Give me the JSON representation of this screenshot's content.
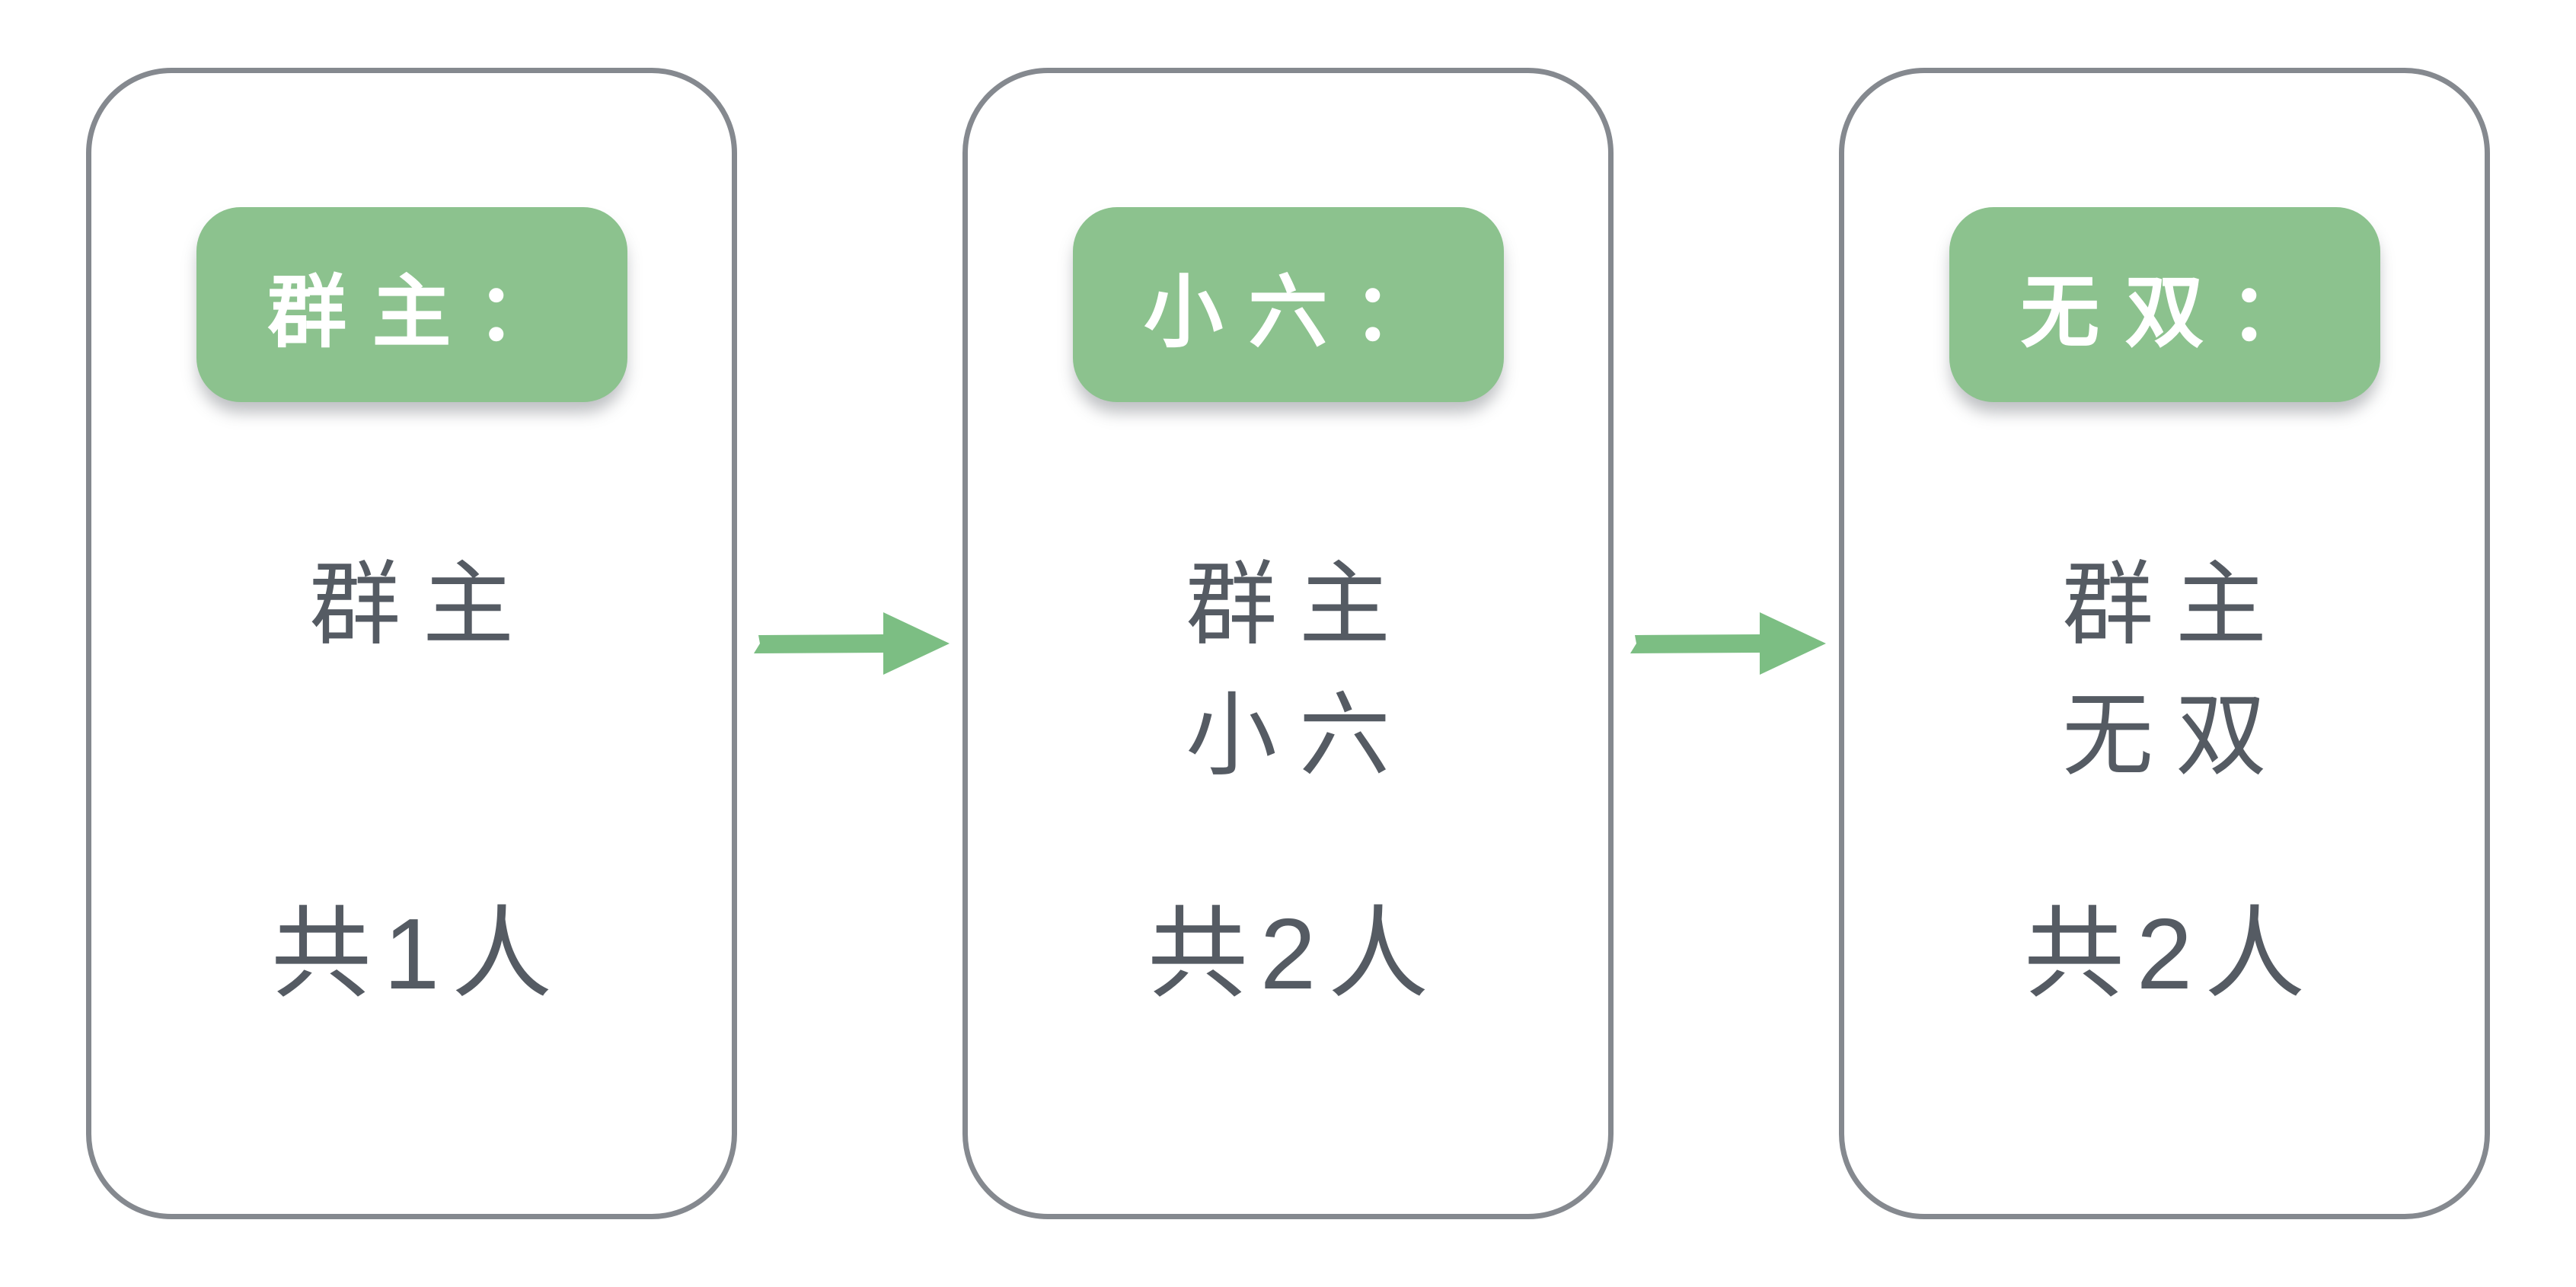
{
  "colors": {
    "page_bg": "#FFFFFF",
    "card_border": "#85898F",
    "badge_bg": "#8CC28E",
    "badge_text": "#FFFFFF",
    "body_text": "#555B63",
    "arrow": "#7CBE83"
  },
  "cards": [
    {
      "badge_label": "群主：",
      "members": [
        "群主"
      ],
      "count": "共1人"
    },
    {
      "badge_label": "小六：",
      "members": [
        "群主",
        "小六"
      ],
      "count": "共2人"
    },
    {
      "badge_label": "无双：",
      "members": [
        "群主",
        "无双"
      ],
      "count": "共2人"
    }
  ],
  "arrows": [
    {
      "icon": "arrow-right-icon"
    },
    {
      "icon": "arrow-right-icon"
    }
  ]
}
